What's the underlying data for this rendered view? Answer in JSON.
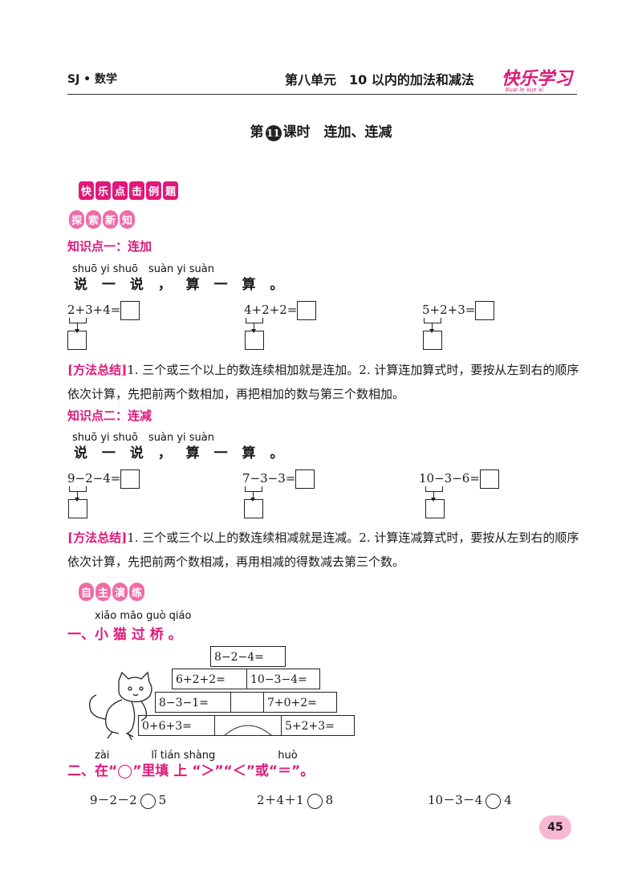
{
  "header": {
    "left": "SJ • 数学",
    "unit": "第八单元　10 以内的加法和减法",
    "logo": "快乐学习",
    "logo_sub": "Kuai le xue xi"
  },
  "lesson": {
    "prefix": "第",
    "num": "11",
    "suffix": "课时　连加、连减"
  },
  "tags": {
    "example": [
      "快",
      "乐",
      "点",
      "击",
      "例",
      "题"
    ],
    "explore": [
      "探",
      "索",
      "新",
      "知"
    ],
    "practice": [
      "自",
      "主",
      "演",
      "练"
    ]
  },
  "kp1": {
    "title": "知识点一：连加",
    "pinyin": "shuō yi shuō　suàn yi suàn",
    "say": "说 一 说 ， 算 一 算 。",
    "exprs": [
      "2+3+4=",
      "4+2+2=",
      "5+2+3="
    ],
    "method_label": "[方法总结]",
    "method_text": "1. 三个或三个以上的数连续相加就是连加。2. 计算连加算式时，要按从左到右的顺序依次计算，先把前两个数相加，再把相加的数与第三个数相加。"
  },
  "kp2": {
    "title": "知识点二：连减",
    "pinyin": "shuō yi shuō　suàn yi suàn",
    "say": "说 一 说 ， 算 一 算 。",
    "exprs": [
      "9−2−4=",
      "7−3−3=",
      "10−3−6="
    ],
    "method_label": "[方法总结]",
    "method_text": "1. 三个或三个以上的数连续相减就是连减。2. 计算连减算式时，要按从左到右的顺序依次计算，先把前两个数相减，再用相减的得数减去第三个数。"
  },
  "q1": {
    "pinyin": "xiǎo māo guò qiáo",
    "title": "一、小 猫 过 桥 。",
    "bridge": {
      "row1": [
        "8−2−4="
      ],
      "row2": [
        "6+2+2=",
        "10−3−4="
      ],
      "row3": [
        "8−3−1=",
        "",
        "7+0+2="
      ],
      "row4": [
        "0+6+3=",
        "",
        "5+2+3="
      ]
    }
  },
  "q2": {
    "pinyin": "zài　　　　lǐ tián shàng　　　　　　huò",
    "title": "二、在“◯”里填 上 “＞”“＜”或“＝”。",
    "items": [
      {
        "left": "9－2－2",
        "right": "5"
      },
      {
        "left": "2＋4＋1",
        "right": "8"
      },
      {
        "left": "10－3－4",
        "right": "4"
      }
    ]
  },
  "page_number": "45",
  "colors": {
    "accent": "#e0187a",
    "accent_light": "#f7b6d2"
  }
}
